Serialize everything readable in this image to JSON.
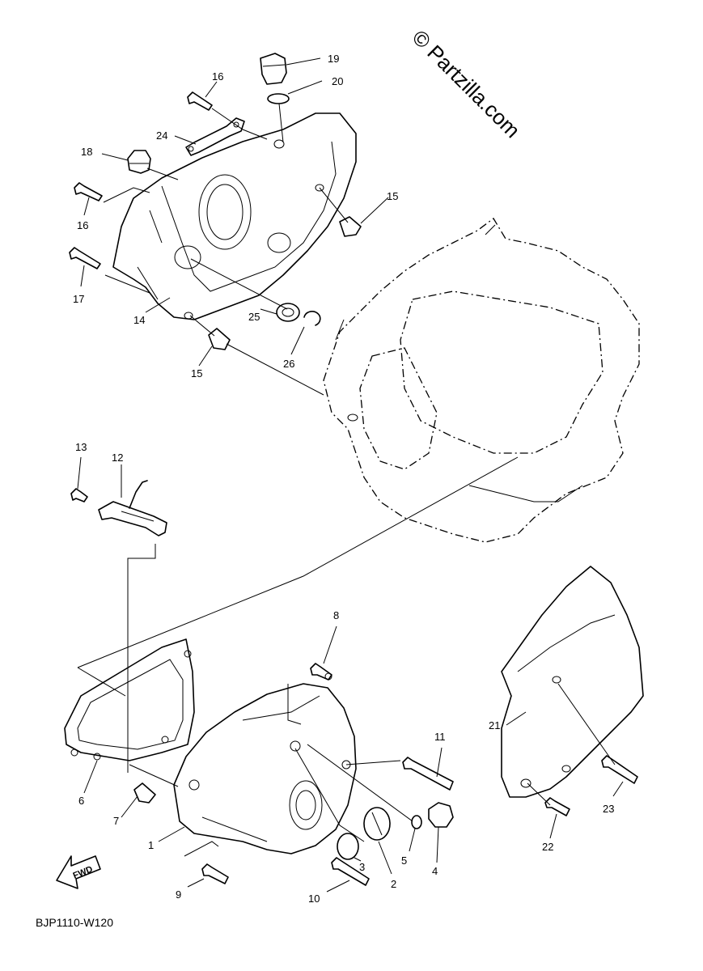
{
  "watermark": "© Partzilla.com",
  "diagram_code": "BJP1110-W120",
  "fwd_label": "FWD",
  "callouts": [
    "1",
    "2",
    "3",
    "4",
    "5",
    "6",
    "7",
    "8",
    "9",
    "10",
    "11",
    "12",
    "13",
    "14",
    "15",
    "15",
    "16",
    "16",
    "17",
    "18",
    "19",
    "20",
    "21",
    "22",
    "23",
    "24",
    "25",
    "26"
  ]
}
